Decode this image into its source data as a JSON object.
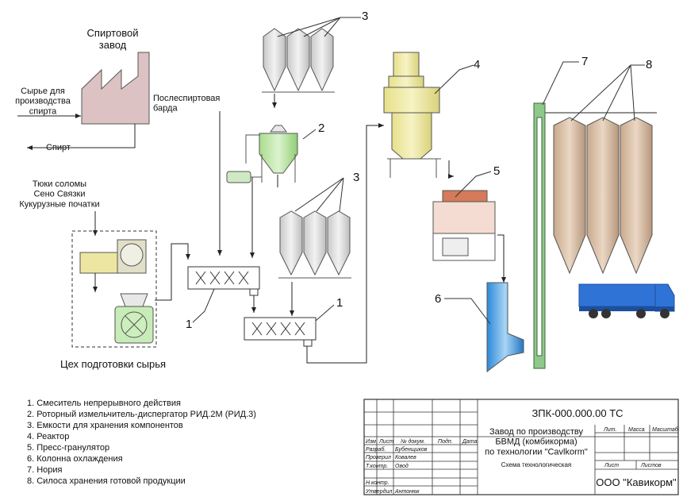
{
  "plant": {
    "name": "Спиртовой\nзавод"
  },
  "inputs": {
    "raw": "Сырье для\nпроизводства\nспирта",
    "alcohol": "Спирт",
    "stillage": "Послеспиртовая\nбарда",
    "straw": "Тюки соломы\nСено Связки\nКукурузные початки"
  },
  "workshop": {
    "title": "Цех подготовки сырья"
  },
  "callouts": [
    "1",
    "1",
    "2",
    "3",
    "3",
    "4",
    "5",
    "6",
    "7",
    "8"
  ],
  "legend": [
    "1.  Смеситель непрерывного действия",
    "2.  Роторный измельчитель-диспергатор РИД.2М (РИД.3)",
    "3.  Емкости для хранения компонентов",
    "4.  Реактор",
    "5.  Пресс-гранулятор",
    "6.  Колонна охлаждения",
    "7.  Нория",
    "8.  Силоса хранения готовой продукции"
  ],
  "stamp": {
    "code": "ЗПК-000.000.00 ТС",
    "title": "Завод по производству\nБВМД (комбикорма)\nпо технологии \"Cavlkorm\"",
    "subtitle": "Схема технологическая",
    "col_headers": [
      "Изм.",
      "Лист",
      "№ докум.",
      "Подп.",
      "Дата"
    ],
    "roles": [
      "Разраб.",
      "Проверил",
      "Т.контр.",
      "",
      "Н.контр.",
      "Утвердил"
    ],
    "names": [
      "Бубенщиков",
      "Ковалев",
      "Овод",
      "",
      "",
      "Антонюк"
    ],
    "lit": "Лит.",
    "mass": "Масса",
    "scale": "Масштаб",
    "sheet": "Лист",
    "sheets": "Листов",
    "company": "ООО \"Кавикорм\""
  }
}
